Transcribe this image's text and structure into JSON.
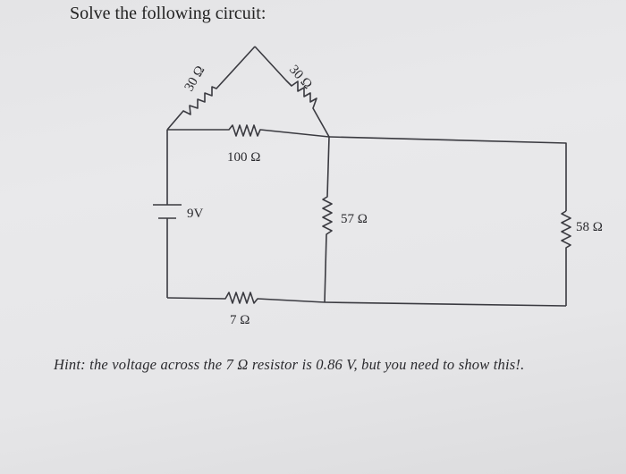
{
  "problem": {
    "title": "Solve the following circuit:",
    "hint": "Hint: the voltage across the 7 Ω resistor is 0.86 V, but you need to show this!."
  },
  "circuit": {
    "source": {
      "label": "9V"
    },
    "resistors": {
      "r_top_left": "30 Ω",
      "r_top_right": "30 Ω",
      "r_middle": "100 Ω",
      "r_bottom": "7 Ω",
      "r_center_vertical": "57 Ω",
      "r_right": "58 Ω"
    }
  },
  "colors": {
    "wire": "#3a3a40",
    "background": "#e6e6e8",
    "text": "#2a2a2e"
  }
}
